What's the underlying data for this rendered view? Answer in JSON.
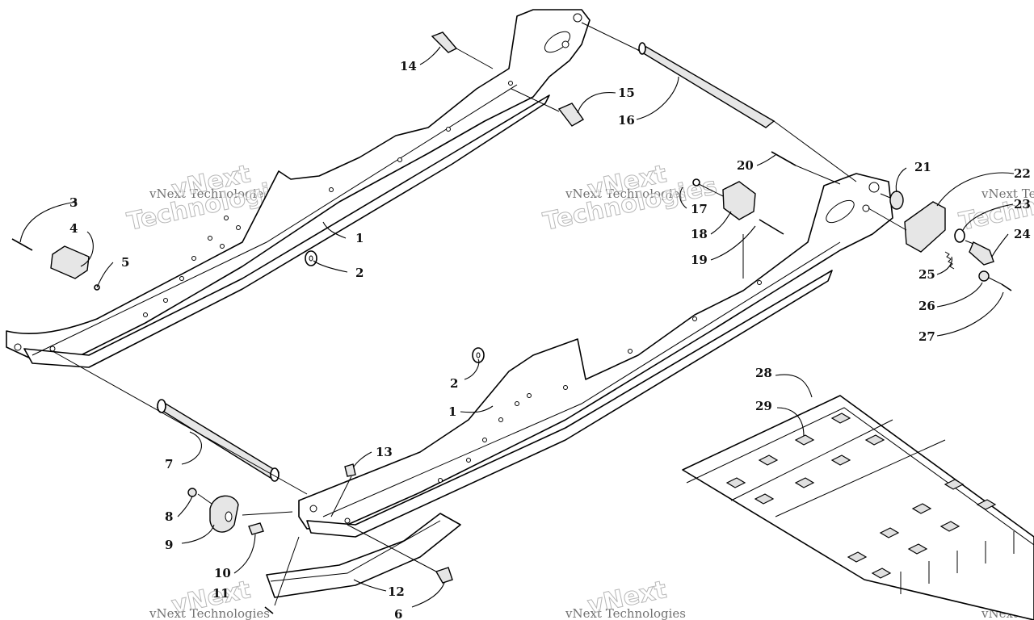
{
  "watermark": {
    "line1": "vNext Technologies",
    "line2": "Technologies",
    "line3": "vNext"
  },
  "callouts": [
    "1",
    "2",
    "3",
    "4",
    "5",
    "6",
    "7",
    "8",
    "9",
    "10",
    "11",
    "12",
    "13",
    "14",
    "15",
    "16",
    "17",
    "18",
    "19",
    "20",
    "21",
    "22",
    "23",
    "24",
    "25",
    "26",
    "27",
    "28",
    "29"
  ]
}
